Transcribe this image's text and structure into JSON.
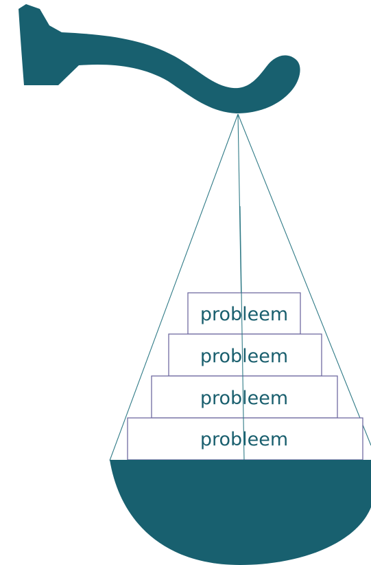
{
  "colors": {
    "accent": "#18606f",
    "label": "#1a5f6e",
    "box_stroke": "#6f6aa0",
    "rope": "#2f7a86"
  },
  "icons": {
    "hook": "scale-hook-icon",
    "pan": "scale-pan-icon"
  },
  "boxes": [
    {
      "label": "probleem"
    },
    {
      "label": "probleem"
    },
    {
      "label": "probleem"
    },
    {
      "label": "probleem"
    }
  ]
}
